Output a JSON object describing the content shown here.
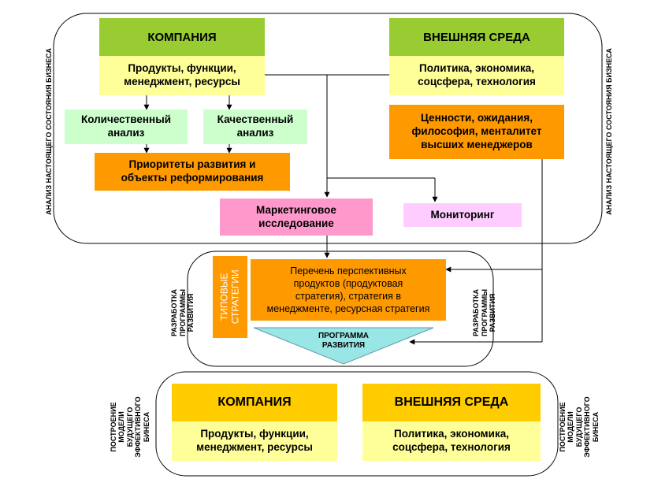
{
  "colors": {
    "header_green": "#99cc33",
    "light_yellow": "#ffff99",
    "light_green": "#ccffcc",
    "orange": "#ff9900",
    "pink": "#ff99cc",
    "light_pink": "#ffccff",
    "triangle": "#99e6e6",
    "gold": "#ffcc00"
  },
  "top": {
    "company_header": "КОМПАНИЯ",
    "company_details": "Продукты, функции,\nменеджмент, ресурсы",
    "environment_header": "ВНЕШНЯЯ СРЕДА",
    "environment_details": "Политика, экономика,\nсоцсфера, технология",
    "quantitative": "Количественный\nанализ",
    "qualitative": "Качественный\nанализ",
    "values": "Ценности, ожидания,\nфилософия, менталитет\nвысших менеджеров",
    "priorities": "Приоритеты развития и\nобъекты реформирования",
    "marketing": "Маркетинговое\nисследование",
    "monitoring": "Мониторинг",
    "side_label": "АНАЛИЗ НАСТОЯЩЕГО СОСТОЯНИЯ БИЗНЕСА"
  },
  "middle": {
    "typical_strategies": "ТИПОВЫЕ\nСТРАТЕГИИ",
    "perspective_list": "Перечень перспективных\nпродуктов (продуктовая\nстратегия), стратегия в\nменеджменте, ресурсная стратегия",
    "program": "ПРОГРАММА\nРАЗВИТИЯ",
    "side_label": "РАЗРАБОТКА\nПРОГРАММЫ\nРАЗВИТИЯ"
  },
  "bottom": {
    "company_header": "КОМПАНИЯ",
    "company_details": "Продукты, функции,\nменеджмент, ресурсы",
    "environment_header": "ВНЕШНЯЯ СРЕДА",
    "environment_details": "Политика, экономика,\nсоцсфера, технология",
    "side_label": "ПОСТРОЕНИЕ\nМОДЕЛИ\nБУДУЩЕГО\nЭФФЕКТИВНОГО\nБИНЕСА"
  }
}
